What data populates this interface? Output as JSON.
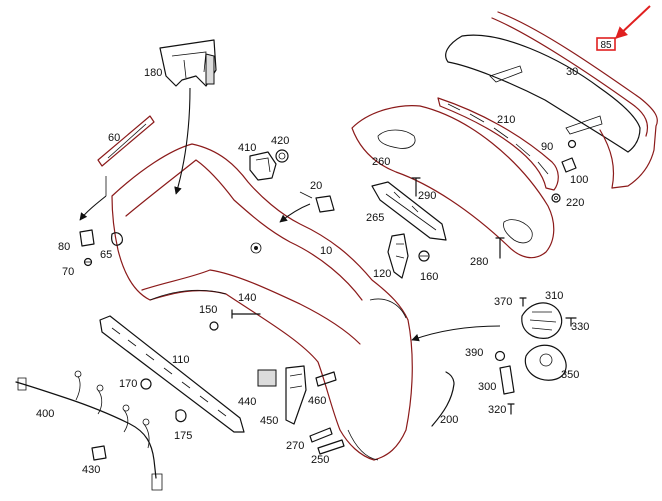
{
  "diagram": {
    "highlight_label": "85",
    "labels": [
      "180",
      "60",
      "410",
      "420",
      "20",
      "30",
      "210",
      "90",
      "100",
      "220",
      "260",
      "290",
      "265",
      "10",
      "80",
      "65",
      "70",
      "120",
      "160",
      "280",
      "370",
      "310",
      "330",
      "150",
      "140",
      "110",
      "390",
      "350",
      "300",
      "320",
      "170",
      "400",
      "440",
      "450",
      "460",
      "175",
      "200",
      "270",
      "250",
      "430"
    ]
  },
  "colors": {
    "line": "#111111",
    "accent": "#e02020",
    "bumper_outline": "#8b1a1a"
  }
}
